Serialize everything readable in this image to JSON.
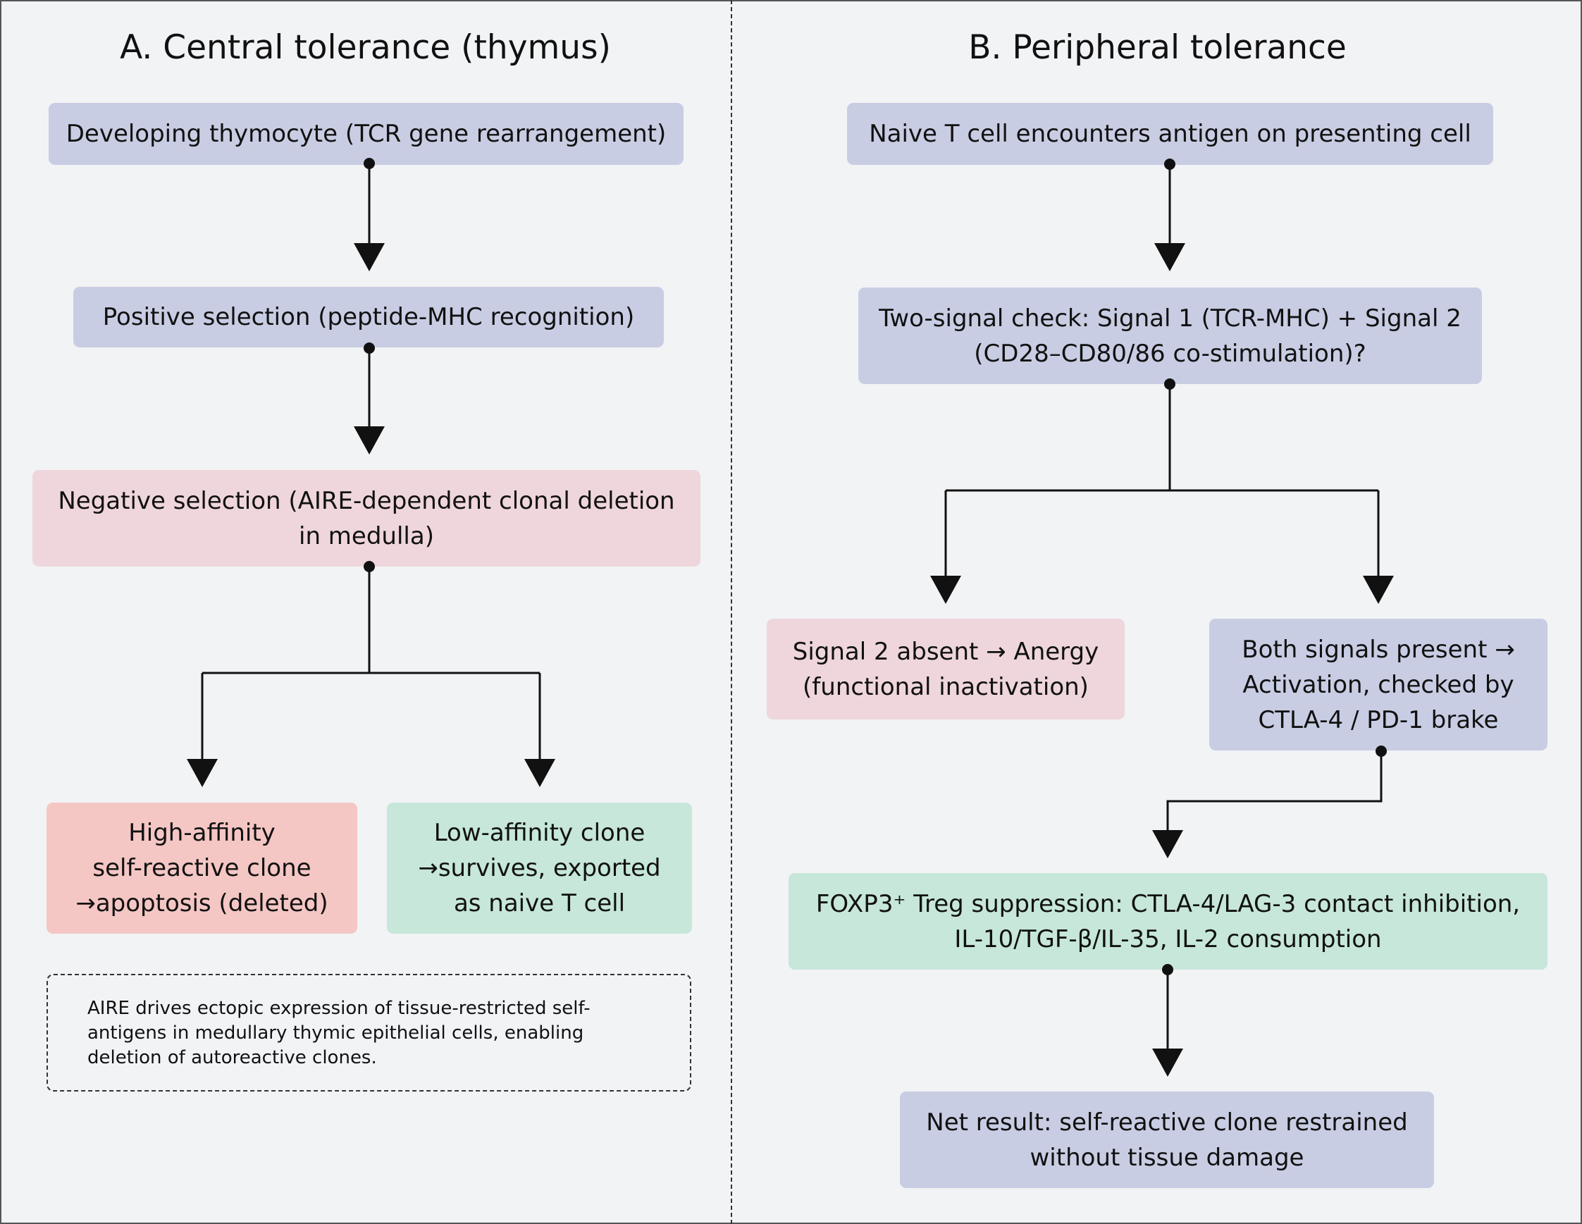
{
  "panels": {
    "central": {
      "title": "A. Central tolerance (thymus)",
      "thymocyte": "Developing thymocyte (TCR gene rearrangement)",
      "positive": "Positive selection (peptide-MHC recognition)",
      "negative": "Negative selection (AIRE-dependent clonal deletion\nin medulla)",
      "high_affinity": "High-affinity\nself-reactive clone\n→apoptosis (deleted)",
      "low_affinity": "Low-affinity clone\n→survives, exported\nas naive T cell",
      "note": "AIRE drives ectopic expression of tissue-restricted self-antigens in medullary thymic epithelial cells, enabling deletion of autoreactive clones."
    },
    "peripheral": {
      "title": "B. Peripheral tolerance",
      "naive": "Naive T cell encounters antigen on presenting cell",
      "two_signal": "Two-signal check: Signal 1 (TCR-MHC) + Signal 2\n(CD28–CD80/86 co-stimulation)?",
      "anergy": "Signal 2 absent → Anergy\n(functional inactivation)",
      "activation": "Both signals present →\nActivation, checked by\nCTLA-4 / PD-1 brake",
      "treg": "FOXP3⁺ Treg suppression: CTLA-4/LAG-3 contact inhibition,\nIL-10/TGF-β/IL-35, IL-2 consumption",
      "net_result": "Net result: self-reactive clone restrained\nwithout tissue damage"
    }
  },
  "colors": {
    "background": "#f2f3f5",
    "blue_node": "#c8cde3",
    "pink_node": "#eed6dc",
    "red_node": "#f4c6c4",
    "green_node": "#c6e7d9",
    "connector": "#111111"
  }
}
